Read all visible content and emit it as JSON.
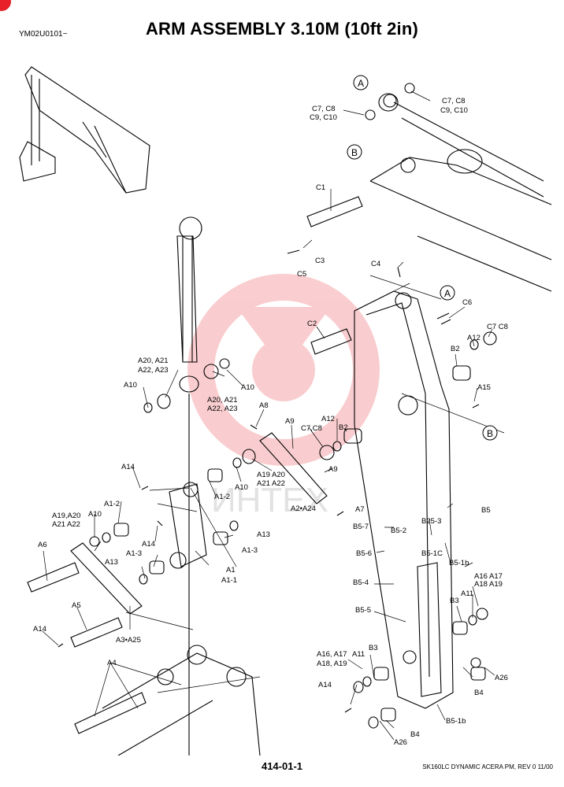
{
  "document": {
    "code": "YM02U0101~",
    "title": "ARM ASSEMBLY 3.10M (10ft 2in)",
    "page_number": "414-01-1",
    "footer_note": "SK160LC DYNAMIC ACERA PM, REV 0 11/00"
  },
  "watermark": {
    "text": "ИНТЕХ",
    "color": "#e8202a"
  },
  "callouts": [
    "A",
    "B",
    "A",
    "B"
  ],
  "labels": {
    "c7c8_l": "C7, C8",
    "c9c10_l": "C9, C10",
    "c7c8_r": "C7, C8",
    "c9c10_r": "C9, C10",
    "c1": "C1",
    "c3": "C3",
    "c5": "C5",
    "c4": "C4",
    "c2": "C2",
    "c6": "C6",
    "c7c8_b": "C7 C8",
    "b2_r": "B2",
    "a12_r": "A12",
    "a15": "A15",
    "a20a21_l": "A20, A21",
    "a22a23_l": "A22, A23",
    "a10_l": "A10",
    "a10_r": "A10",
    "a20a21_b": "A20, A21",
    "a22a23_b": "A22, A23",
    "a8": "A8",
    "a9_t": "A9",
    "a9_b": "A9",
    "c7c8_m": "C7,C8",
    "a12_m": "A12",
    "b2_m": "B2",
    "a19a20": "A19 A20",
    "a21a22": "A21 A22",
    "a10_m": "A10",
    "a14_t": "A14",
    "a1_2_t": "A1-2",
    "a1_2_m": "A1-2",
    "a19a20_l": "A19,A20",
    "a21a22_l": "A21 A22",
    "a10_ll": "A10",
    "a2a24": "A2•A24",
    "a7": "A7",
    "a13_r": "A13",
    "a1_3_r": "A1-3",
    "a14_m": "A14",
    "a1_3_l": "A1-3",
    "a13_l": "A13",
    "a6": "A6",
    "a1": "A1",
    "a1_1": "A1-1",
    "a5": "A5",
    "a14_b": "A14",
    "a3a25": "A3•A25",
    "a4": "A4",
    "b5_7": "B5-7",
    "b5_2": "B5-2",
    "b25_3": "B25-3",
    "b5": "B5",
    "b5_6": "B5-6",
    "b5_1c": "B5-1C",
    "b5_1b_t": "B5-1b",
    "b5_4": "B5-4",
    "b5_5": "B5-5",
    "a16a17_r": "A16 A17",
    "a18a19_r": "A18 A19",
    "a11_r": "A11",
    "b3_r": "B3",
    "b4_r": "B4",
    "a26_r": "A26",
    "a16a17_b": "A16, A17",
    "a11_b": "A11",
    "a18a19_b": "A18, A19",
    "b3_b": "B3",
    "a14_bb": "A14",
    "b4_b": "B4",
    "a26_b": "A26",
    "b5_1b_b": "B5-1b"
  }
}
